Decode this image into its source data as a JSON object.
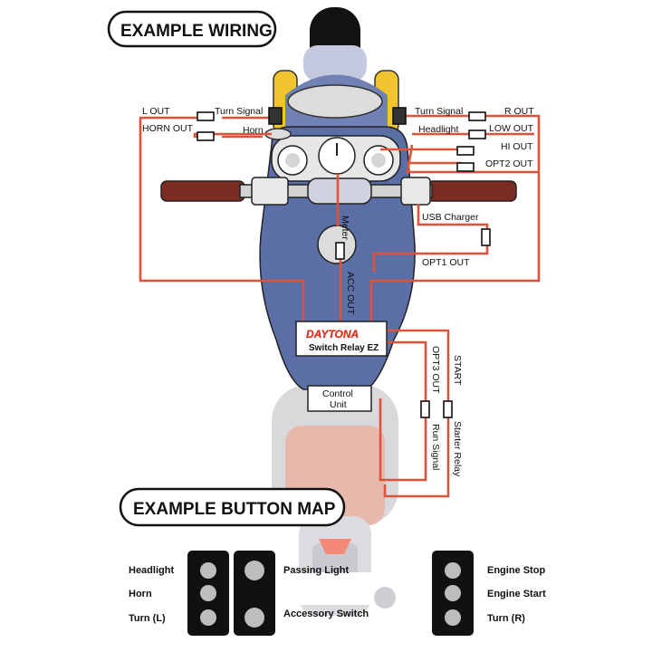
{
  "titles": {
    "wiring": "EXAMPLE WIRING",
    "button_map": "EXAMPLE BUTTON MAP"
  },
  "wiring_labels": {
    "l_out": "L OUT",
    "horn_out": "HORN OUT",
    "turn_signal_left": "Turn Signal",
    "horn": "Horn",
    "turn_signal_right": "Turn Signal",
    "headlight": "Headlight",
    "r_out": "R OUT",
    "low_out": "LOW OUT",
    "hi_out": "HI OUT",
    "opt2_out": "OPT2 OUT",
    "usb_charger": "USB Charger",
    "opt1_out": "OPT1 OUT",
    "meter": "Meter",
    "acc_out": "ACC OUT",
    "opt3_out": "OPT3 OUT",
    "start": "START",
    "run_signal": "Run Signal",
    "starter_relay": "Starter Relay",
    "control_unit_line1": "Control",
    "control_unit_line2": "Unit"
  },
  "relay": {
    "brand": "DAYTONA",
    "model": "Switch Relay EZ"
  },
  "button_map": {
    "left_labels": [
      "Headlight",
      "Horn",
      "Turn (L)"
    ],
    "middle_labels": [
      "Passing Light",
      "Accessory Switch"
    ],
    "right_labels": [
      "Engine Stop",
      "Engine Start",
      "Turn (R)"
    ]
  },
  "colors": {
    "wire": "#e0533a",
    "tank": "#5b6fa6",
    "frame_grey": "#cfcfd3",
    "seat_pink": "#e8b8ac",
    "yellow": "#f0c52e",
    "grip": "#7a2b22",
    "relay_red": "#e0341f"
  }
}
